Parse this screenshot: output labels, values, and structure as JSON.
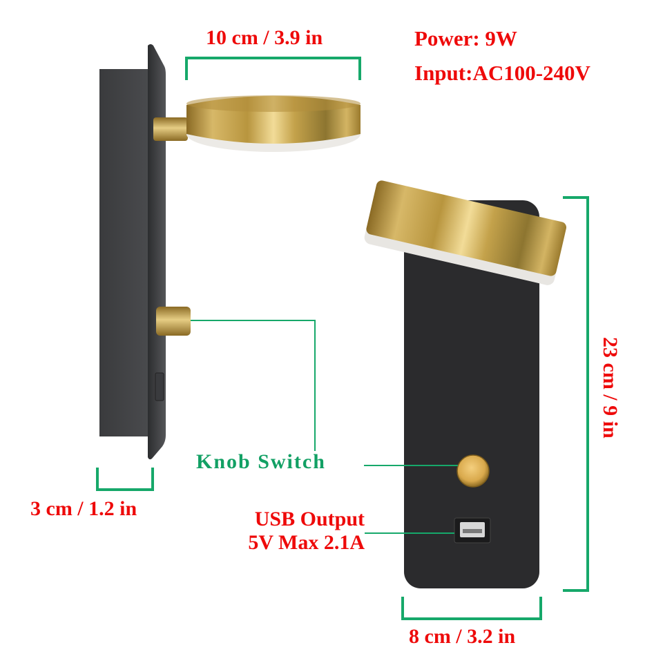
{
  "labels": {
    "lamp_head_width": "10 cm / 3.9 in",
    "power": "Power: 9W",
    "input": "Input:AC100-240V",
    "total_height": "23 cm / 9 in",
    "depth": "3 cm / 1.2 in",
    "knob_switch": "Knob Switch",
    "usb_output_line1": "USB Output",
    "usb_output_line2": "5V Max 2.1A",
    "plate_width": "8 cm / 3.2 in"
  },
  "colors": {
    "text_red": "#ee0a0a",
    "dimension_green": "#16a86a",
    "plate_black": "#2b2b2d",
    "brass_gold": "#c9a64a",
    "diffuser_white": "#efefef"
  },
  "views": {
    "left": "side-view",
    "right": "front-view"
  }
}
